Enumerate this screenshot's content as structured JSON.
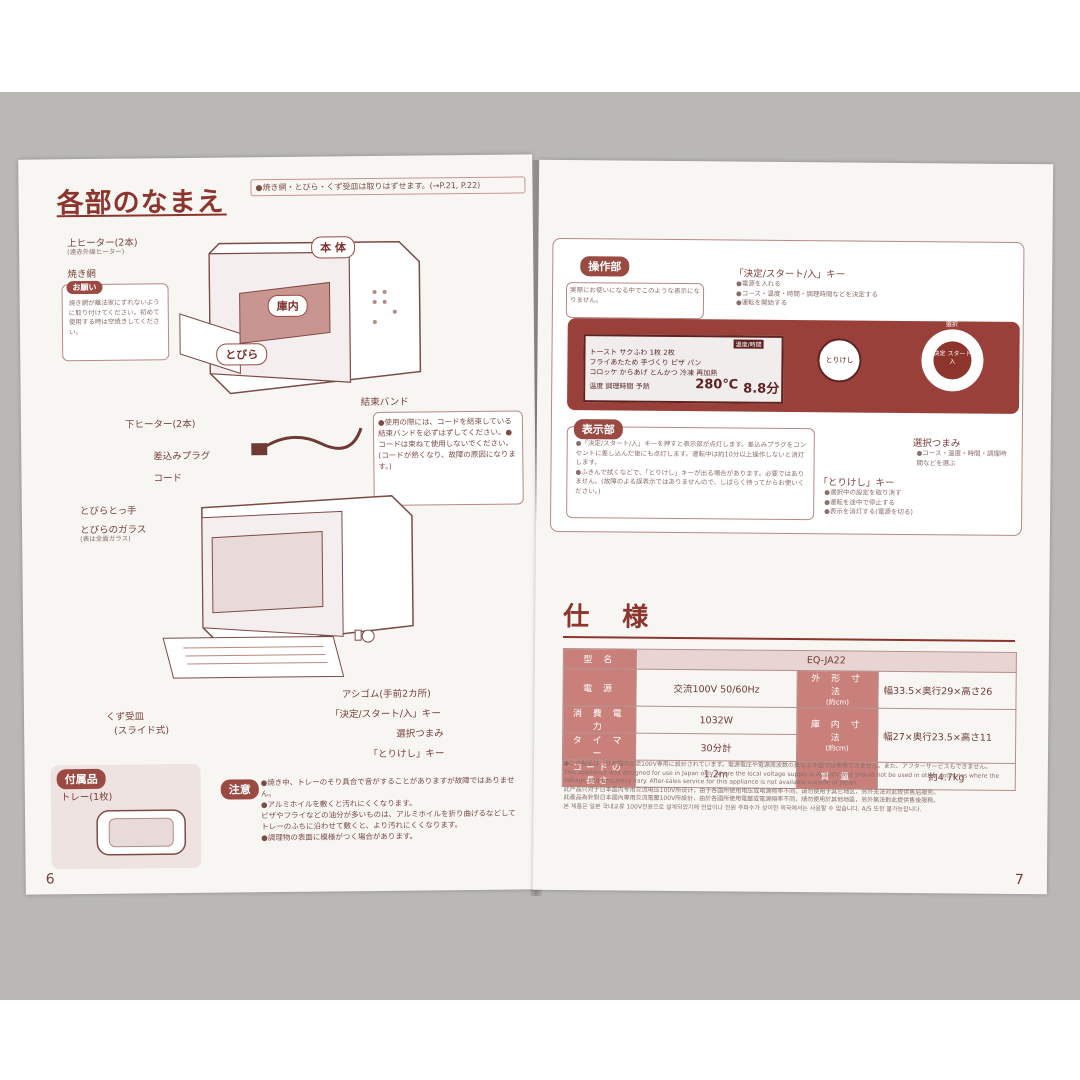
{
  "left": {
    "title": "各部のなまえ",
    "note": "●焼き網・とびら・くず受皿は取りはずせます。(→P.21, P.22)",
    "labels": {
      "upper_heater": "上ヒーター(2本)",
      "upper_heater_sub": "(遠赤外線ヒーター)",
      "grill": "焼き網",
      "body": "本 体",
      "chamber": "庫内",
      "door": "とびら",
      "lower_heater": "下ヒーター(2本)",
      "band": "結束バンド",
      "plug": "差込みプラグ",
      "cord": "コード",
      "door_handle": "とびらとっ手",
      "door_glass": "とびらのガラス",
      "door_glass_sub": "(表は全面ガラス)",
      "feet": "アシゴム(手前2カ所)",
      "start_key": "「決定/スタート/入」キー",
      "dial": "選択つまみ",
      "cancel_key": "「とりけし」キー",
      "crumb_tray": "くず受皿",
      "crumb_tray_sub": "(スライド式)"
    },
    "request": {
      "title": "お願い",
      "text": "焼き網が離法家にずれないように取り付けてください。初めて使用する時は空焼きしてください。"
    },
    "band_note": "●使用の際には、コードを結束している結束バンドを必ずはずしてください。●コードは束ねて使用しないでください。(コードが熱くなり、故障の原因になります。)",
    "accessory": {
      "title": "付属品",
      "item": "トレー(1枚)"
    },
    "caution": {
      "title": "注意",
      "lines": [
        "●焼き中、トレーのそり具合で音がすることがありますが故障ではありません。",
        "●アルミホイルを敷くと汚れにくくなります。",
        "ピザやフライなどの油分が多いものは、アルミホイルを折り曲げるなどしてトレーのふちに沿わせて敷くと、より汚れにくくなります。",
        "●調理物の表面に模様がつく場合があります。"
      ]
    },
    "page_number": "6"
  },
  "right": {
    "panel_title": "操作部",
    "panel_note": "実際にお使いになる中でこのような表示になりません。",
    "start_key_title": "「決定/スタート/入」キー",
    "start_key_notes": [
      "●電源を入れる",
      "●コース・温度・時間・調理時間などを決定する",
      "●運転を開始する"
    ],
    "lcd_rows": [
      "トースト  サクふわ  1枚  2枚",
      "フライあたため  手づくり  ピザ  パン",
      "コロッケ  からあげ  とんかつ  冷凍  再加熱",
      "温度  調理時間  予熱"
    ],
    "lcd_temp": "280℃",
    "lcd_time": "8.8分",
    "lcd_badge": "温度/時間",
    "cancel_button": "とりけし",
    "dial_button": "決定 スタート 入",
    "dial_arc": "選択",
    "display_title": "表示部",
    "display_notes": [
      "●「決定/スタート/入」キーを押すと表示部が点灯します。差込みプラグをコンセントに差し込んだ後にも点灯します。運転中は約10分以上操作しないと消灯します。",
      "●ふきんで拭くなどで、「とりけし」キーが出る場合があります。必要ではありません。(故障のよる誤表示ではありませんので、しばらく待ってからお使いください。)"
    ],
    "dial_label": "選択つまみ",
    "dial_notes": "●コース・温度・時間・調理時間などを選ぶ",
    "cancel_title": "「とりけし」キー",
    "cancel_notes": [
      "●選択中の設定を取り消す",
      "●運転を途中で停止する",
      "●表示を消灯する(電源を切る)"
    ],
    "spec_title": "仕 様",
    "spec": {
      "model_h": "型 名",
      "model": "EQ-JA22",
      "power_h": "電 源",
      "power": "交流100V 50/60Hz",
      "consumption_h": "消 費 電 力",
      "consumption": "1032W",
      "timer_h": "タ イ マ ー",
      "timer": "30分計",
      "cord_h": "コードの長さ",
      "cord": "1.2m",
      "outer_h": "外 形 寸 法",
      "outer_sub": "(約cm)",
      "outer": "幅33.5×奥行29×高さ26",
      "inner_h": "庫 内 寸 法",
      "inner_sub": "(約cm)",
      "inner": "幅27×奥行23.5×高さ11",
      "weight_h": "質 量",
      "weight": "約4.7kg"
    },
    "foot_notes": [
      "●この製品は、日本国内交流100V専用に設計されています。電源電圧や電源周波数の異なる外国では使用できません。また、アフターサービスもできません。",
      "This appliance was designed for use in Japan only where the local voltage supply is AC100V and should not be used in other countries where the voltage and frequency vary. After-sales service for this appliance is not available outside of Japan.",
      "此产品只对于日本国内专用交流电压100V所设计，由于各国所使用电压或电源频率不同，请勿使用于其它地区，另外无法对此提供售后服务。",
      "此產品為針對日本國內專用交流電壓100V所設計，由於各國所使用電壓或電源頻率不同，請勿使用於其他地區，另外無法對此提供售後服務。",
      "본 제품은 일본 국내교류 100V전용으로 설계되었기에 전압이나 전원 주파수가 상이한 외국에서는 사용할 수 없습니다. A/S 또한 불가능합니다."
    ],
    "page_number": "7"
  }
}
